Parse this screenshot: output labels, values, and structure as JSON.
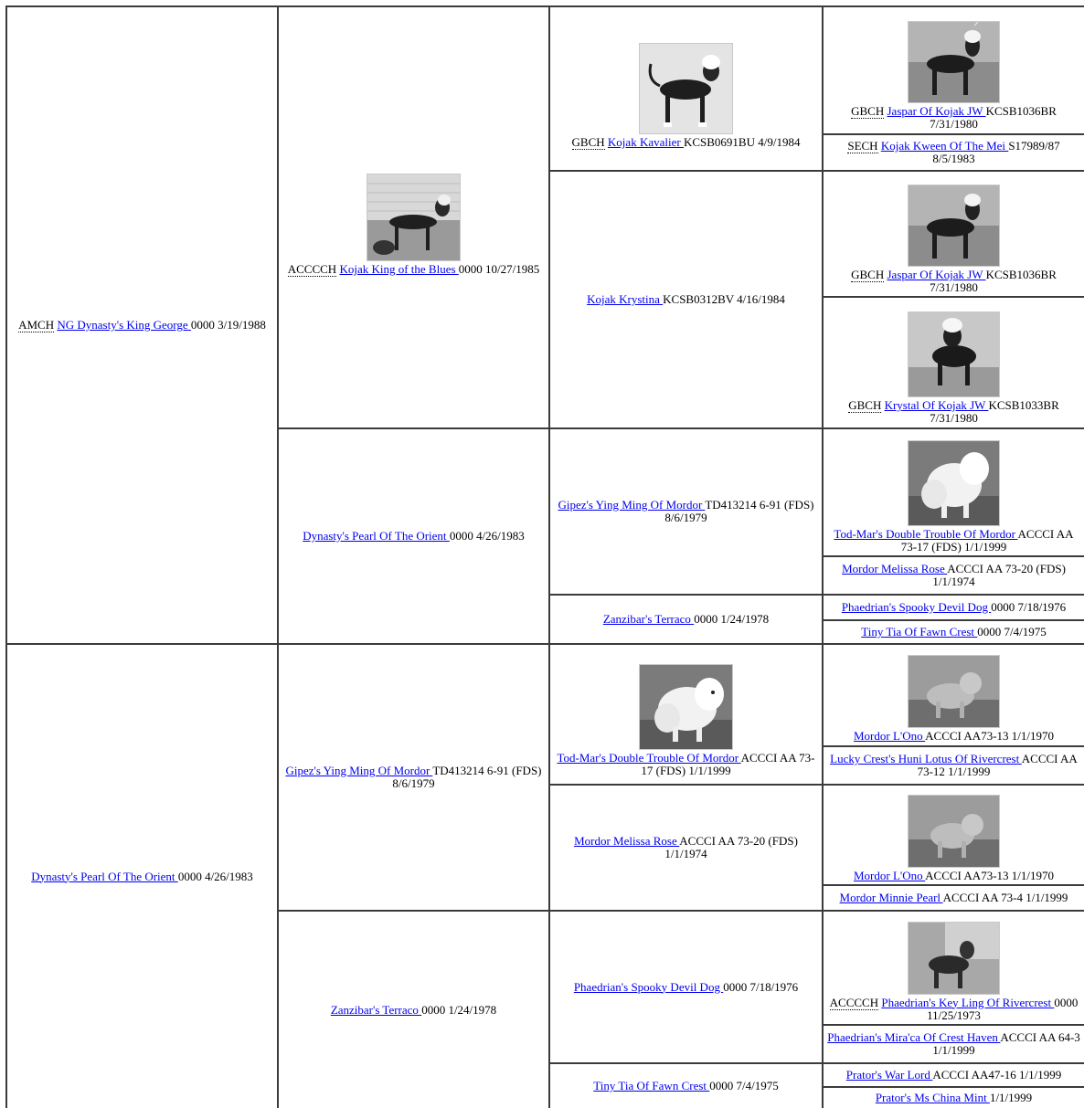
{
  "pedigree": {
    "c1": {
      "title": "AMCH",
      "name": "NG Dynasty's King George ",
      "info": "0000 3/19/1988"
    },
    "c2": {
      "title": "",
      "name": "Dynasty's Pearl Of The Orient ",
      "info": "0000 4/26/1983"
    },
    "c3": {
      "title": "ACCCCH",
      "name": "Kojak King of the Blues ",
      "info": "0000 10/27/1985"
    },
    "c4": {
      "title": "",
      "name": "Dynasty's Pearl Of The Orient ",
      "info": "0000 4/26/1983"
    },
    "c5": {
      "title": "",
      "name": "Gipez's Ying Ming Of Mordor ",
      "info": "TD413214 6-91 (FDS) 8/6/1979"
    },
    "c6": {
      "title": "",
      "name": "Zanzibar's Terraco ",
      "info": "0000 1/24/1978"
    },
    "c7": {
      "title": "GBCH",
      "name": "Kojak Kavalier ",
      "info": "KCSB0691BU 4/9/1984"
    },
    "c8": {
      "title": "",
      "name": "Kojak Krystina ",
      "info": "KCSB0312BV 4/16/1984"
    },
    "c9": {
      "title": "",
      "name": "Gipez's Ying Ming Of Mordor ",
      "info": "TD413214 6-91 (FDS) 8/6/1979"
    },
    "c10": {
      "title": "",
      "name": "Zanzibar's Terraco ",
      "info": "0000 1/24/1978"
    },
    "c11": {
      "title": "",
      "name": "Tod-Mar's Double Trouble Of Mordor ",
      "info": "ACCCI AA 73-17 (FDS) 1/1/1999"
    },
    "c12": {
      "title": "",
      "name": "Mordor Melissa Rose ",
      "info": "ACCCI AA 73-20 (FDS) 1/1/1974"
    },
    "c13": {
      "title": "",
      "name": "Phaedrian's Spooky Devil Dog ",
      "info": "0000 7/18/1976"
    },
    "c14": {
      "title": "",
      "name": "Tiny Tia Of Fawn Crest ",
      "info": "0000 7/4/1975"
    },
    "c15": {
      "title": "GBCH",
      "name": "Jaspar Of Kojak JW ",
      "info": "KCSB1036BR 7/31/1980"
    },
    "c16": {
      "title": "SECH",
      "name": "Kojak Kween Of The Mei ",
      "info": "S17989/87 8/5/1983"
    },
    "c17": {
      "title": "GBCH",
      "name": "Jaspar Of Kojak JW ",
      "info": "KCSB1036BR 7/31/1980"
    },
    "c18": {
      "title": "GBCH",
      "name": "Krystal Of Kojak JW ",
      "info": "KCSB1033BR 7/31/1980"
    },
    "c19": {
      "title": "",
      "name": "Tod-Mar's Double Trouble Of Mordor ",
      "info": "ACCCI AA 73-17 (FDS) 1/1/1999"
    },
    "c20": {
      "title": "",
      "name": "Mordor Melissa Rose ",
      "info": "ACCCI AA 73-20 (FDS) 1/1/1974"
    },
    "c21": {
      "title": "",
      "name": "Phaedrian's Spooky Devil Dog ",
      "info": "0000 7/18/1976"
    },
    "c22": {
      "title": "",
      "name": "Tiny Tia Of Fawn Crest ",
      "info": "0000 7/4/1975"
    },
    "c23": {
      "title": "",
      "name": "Mordor L'Ono ",
      "info": "ACCCI AA73-13 1/1/1970"
    },
    "c24": {
      "title": "",
      "name": "Lucky Crest's Huni Lotus Of Rivercrest ",
      "info": "ACCCI AA 73-12 1/1/1999"
    },
    "c25": {
      "title": "",
      "name": "Mordor L'Ono ",
      "info": "ACCCI AA73-13 1/1/1970"
    },
    "c26": {
      "title": "",
      "name": "Mordor Minnie Pearl ",
      "info": "ACCCI AA 73-4 1/1/1999"
    },
    "c27": {
      "title": "ACCCCH",
      "name": "Phaedrian's Key Ling Of Rivercrest ",
      "info": "0000 11/25/1973"
    },
    "c28": {
      "title": "",
      "name": "Phaedrian's Mira'ca Of Crest Haven ",
      "info": "ACCCI AA 64-3 1/1/1999"
    },
    "c29": {
      "title": "",
      "name": "Prator's War Lord ",
      "info": "ACCCI AA47-16 1/1/1999"
    },
    "c30": {
      "title": "",
      "name": "Prator's Ms China Mint ",
      "info": "1/1/1999"
    }
  }
}
